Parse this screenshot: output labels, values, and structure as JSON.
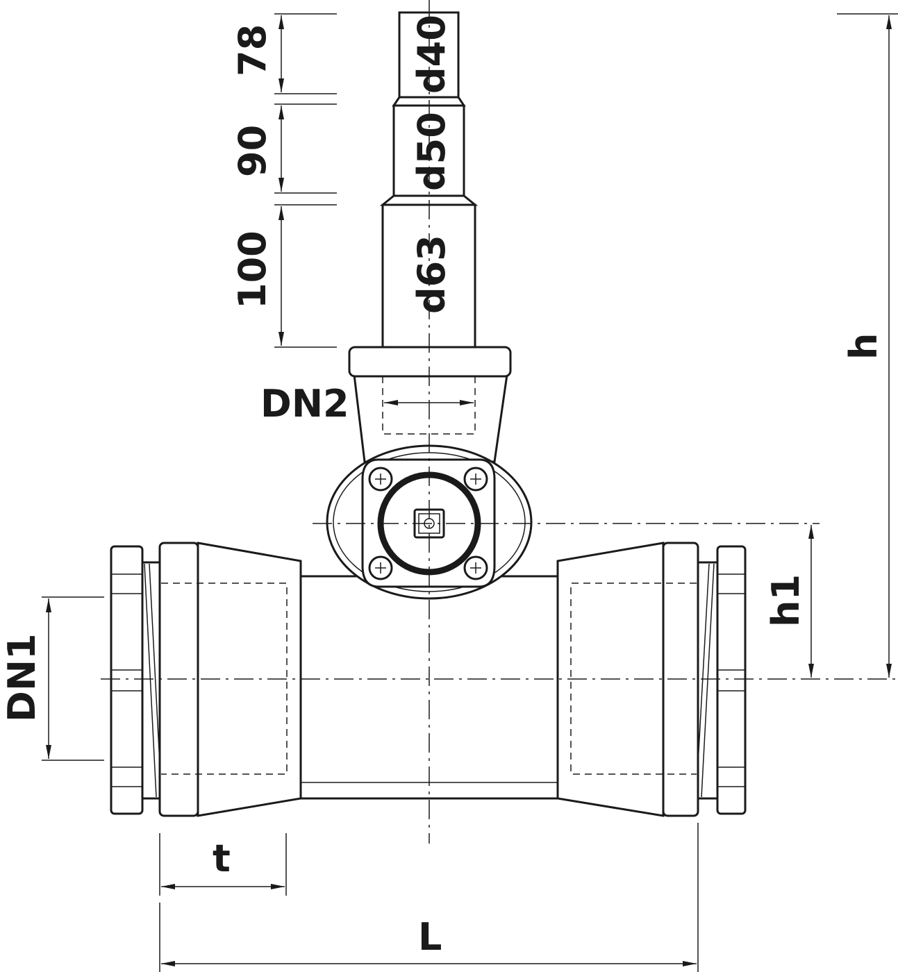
{
  "labels": {
    "stem_top": "d40",
    "stem_mid": "d50",
    "stem_bottom": "d63",
    "len_top": "78",
    "len_mid": "90",
    "len_bottom": "100",
    "branch_nominal": "DN2",
    "main_nominal": "DN1",
    "height_total": "h",
    "height_axis": "h1",
    "socket_depth": "t",
    "length_total": "L"
  },
  "colors": {
    "line": "#1a1a1a",
    "background": "#ffffff"
  }
}
